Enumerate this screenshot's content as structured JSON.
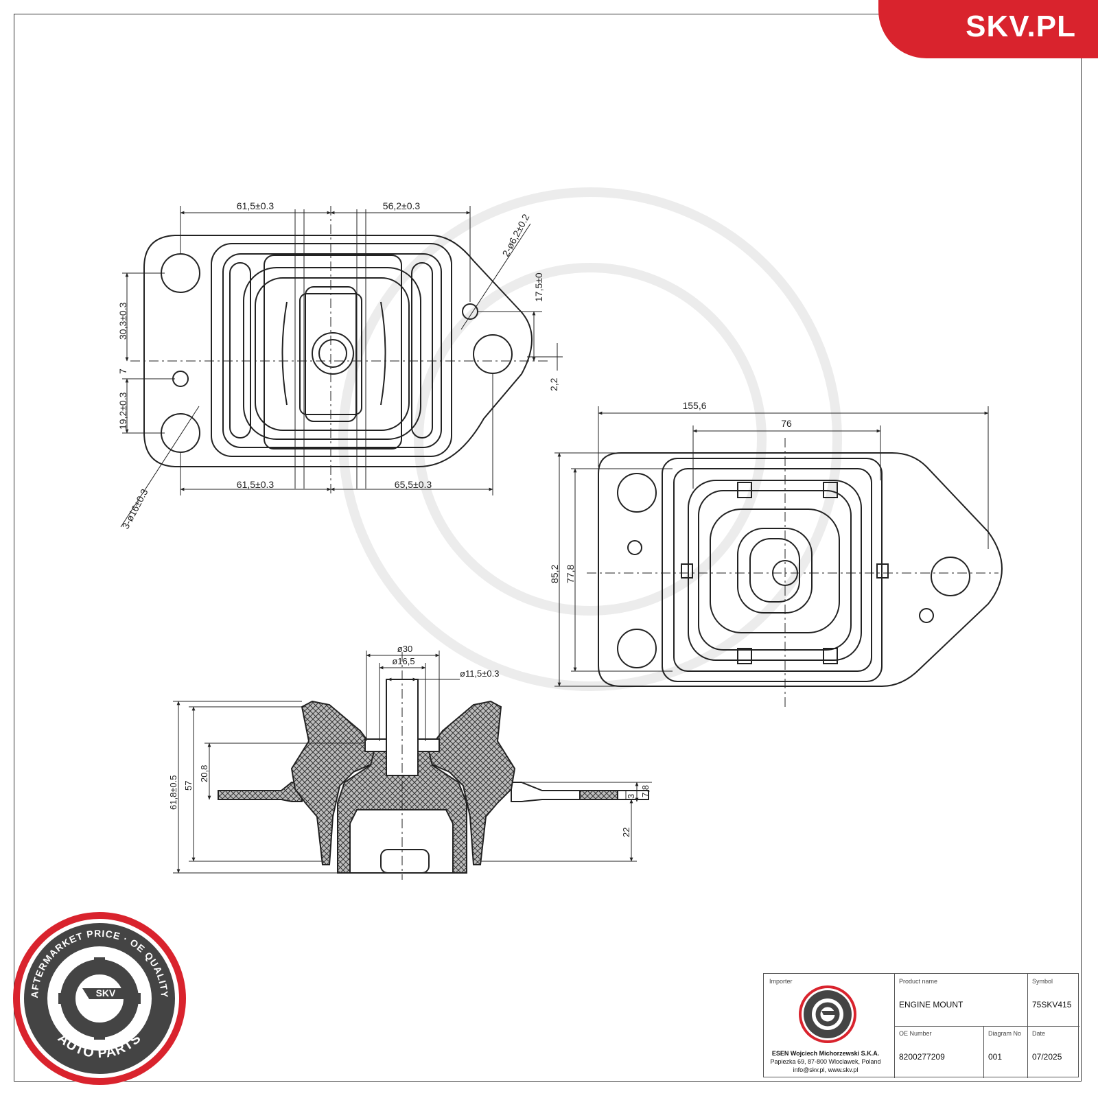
{
  "brand": {
    "name": "SKV.PL"
  },
  "logo": {
    "ring_top": "AFTERMARKET PRICE · OE QUALITY",
    "ring_bottom": "AUTO PARTS",
    "center": "SKV",
    "color": "#d9232d"
  },
  "dimensions": {
    "top_view": {
      "w_left_top": "61,5±0.3",
      "w_right_top": "56,2±0.3",
      "hole_small": "2-ø6,2±0.2",
      "off_17": "17,5±0",
      "v_30": "30,3±0.3",
      "v_7": "7",
      "v_19": "19,2±0.3",
      "v_2": "2,2",
      "w_left_bottom": "61,5±0.3",
      "w_right_bottom": "65,5±0.3",
      "hole_big": "3-ø16±0.3"
    },
    "plan_view": {
      "total_width": "155,6",
      "inner_width": "76",
      "height_outer": "85,2",
      "height_inner": "77,8"
    },
    "section_view": {
      "d30": "ø30",
      "d16": "ø16,5",
      "d11": "ø11,5±0.3",
      "h61": "61,8±0.5",
      "h57": "57",
      "h20": "20,8",
      "h22": "22",
      "t7": "7,8",
      "t3": "3"
    }
  },
  "title_block": {
    "importer_label": "Importer",
    "importer_name": "ESEN Wojciech Michorzewski S.K.A.",
    "importer_address": "Papiezka 69, 87-800 Wloclawek, Poland",
    "importer_contact": "info@skv.pl, www.skv.pl",
    "product_name_label": "Product name",
    "product_name": "ENGINE MOUNT",
    "symbol_label": "Symbol",
    "symbol": "75SKV415",
    "oe_number_label": "OE Number",
    "oe_number": "8200277209",
    "diagram_no_label": "Diagram No",
    "diagram_no": "001",
    "date_label": "Date",
    "date": "07/2025"
  }
}
